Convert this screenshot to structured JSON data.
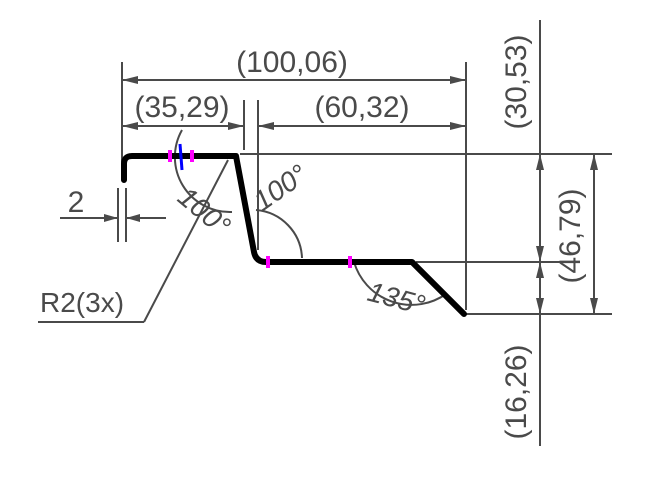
{
  "colors": {
    "line": "#4a4a4a",
    "profile": "#000000",
    "marker": "#ff00ff",
    "accent": "#0000ff",
    "background": "#ffffff"
  },
  "dimensions": {
    "overall_width": "(100,06)",
    "left_width": "(35,29)",
    "right_width": "(60,32)",
    "top_height": "(30,53)",
    "mid_height": "(46,79)",
    "bottom_height": "(16,26)",
    "thickness": "2"
  },
  "angles": {
    "angle_1": "100°",
    "angle_2": "100°",
    "angle_3": "135°"
  },
  "radius_label": "R2(3x)"
}
